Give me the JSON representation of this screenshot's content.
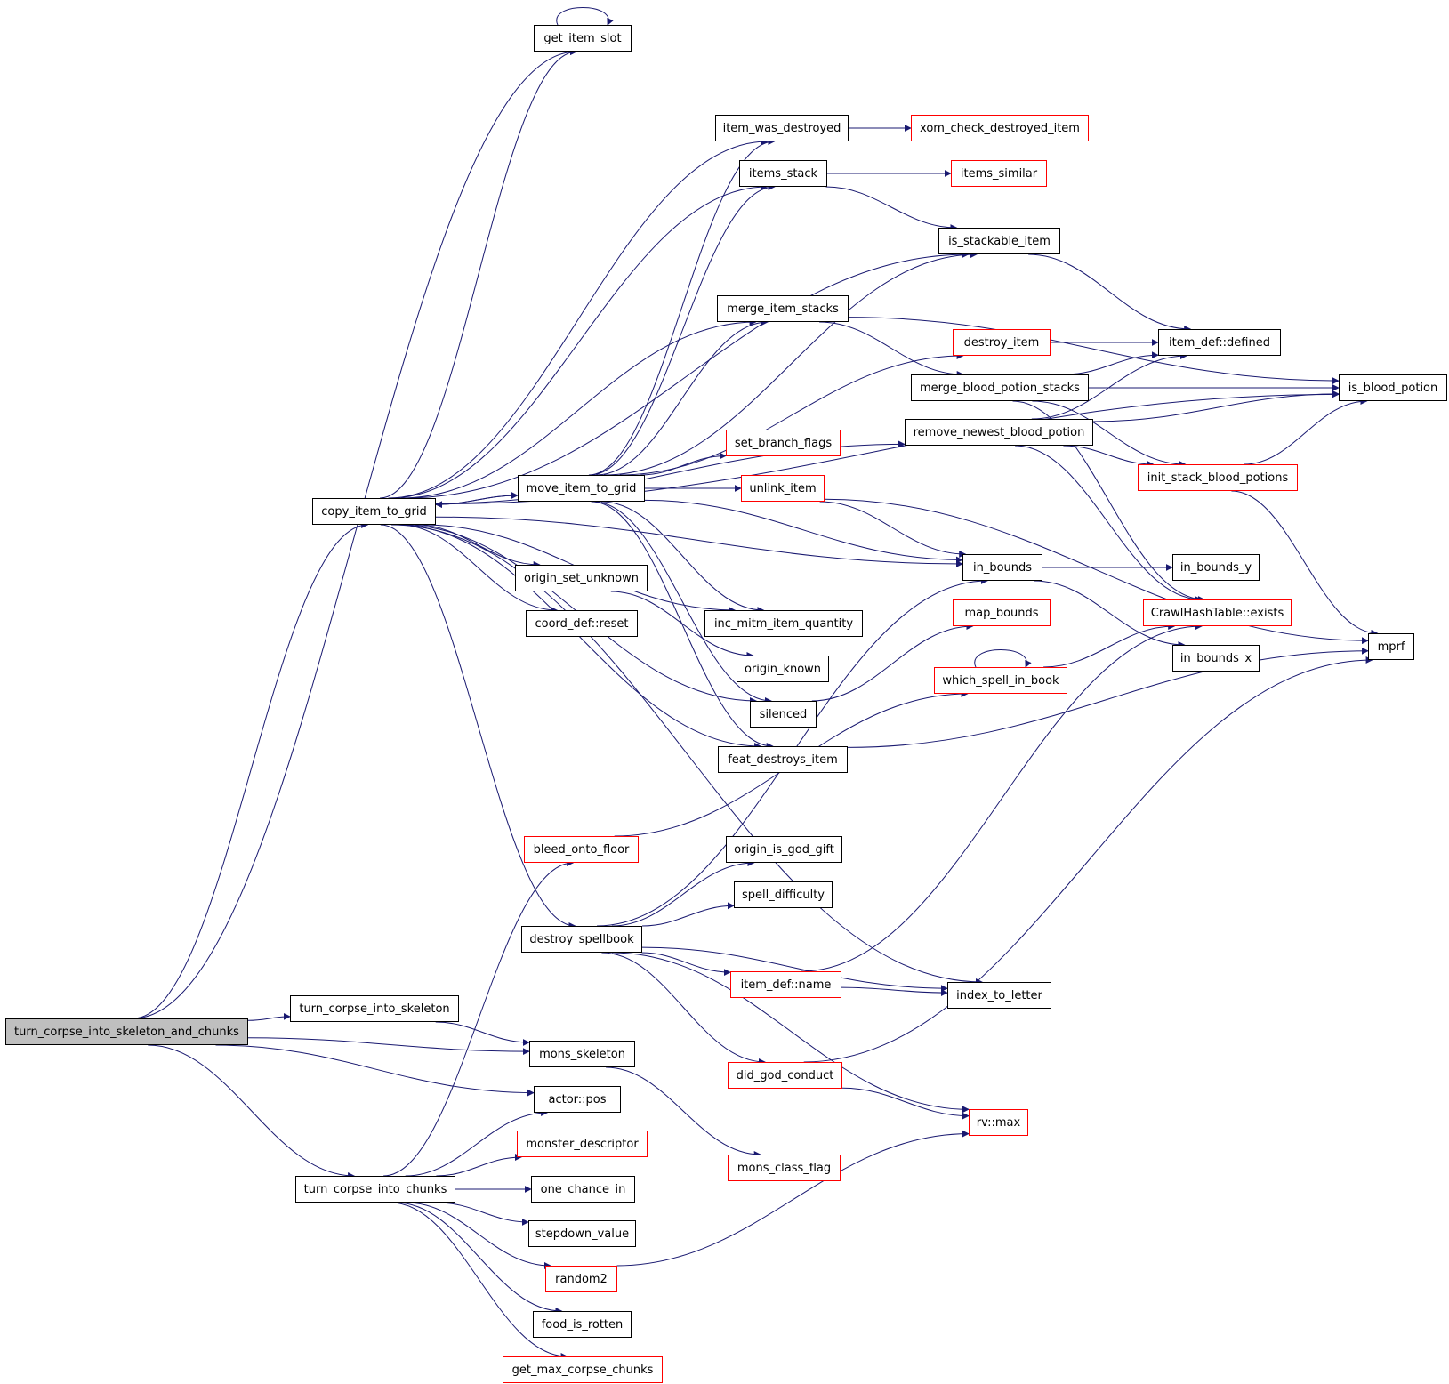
{
  "colors": {
    "edge": "#191970",
    "border": "#000000",
    "incomplete_border": "#ff0000",
    "root_fill": "#bfbfbf",
    "background": "#ffffff"
  },
  "nodes": {
    "turn_corpse_into_skeleton_and_chunks": {
      "label": "turn_corpse_into_skeleton_and_chunks",
      "style": "root"
    },
    "copy_item_to_grid": {
      "label": "copy_item_to_grid",
      "style": "normal"
    },
    "turn_corpse_into_skeleton": {
      "label": "turn_corpse_into_skeleton",
      "style": "normal"
    },
    "mons_skeleton": {
      "label": "mons_skeleton",
      "style": "normal"
    },
    "actor_pos": {
      "label": "actor::pos",
      "style": "normal"
    },
    "turn_corpse_into_chunks": {
      "label": "turn_corpse_into_chunks",
      "style": "normal"
    },
    "get_item_slot": {
      "label": "get_item_slot",
      "style": "normal"
    },
    "item_was_destroyed": {
      "label": "item_was_destroyed",
      "style": "normal"
    },
    "items_stack": {
      "label": "items_stack",
      "style": "normal"
    },
    "is_stackable_item": {
      "label": "is_stackable_item",
      "style": "normal"
    },
    "merge_item_stacks": {
      "label": "merge_item_stacks",
      "style": "normal"
    },
    "is_blood_potion": {
      "label": "is_blood_potion",
      "style": "normal"
    },
    "remove_newest_blood_potion": {
      "label": "remove_newest_blood_potion",
      "style": "normal"
    },
    "move_item_to_grid": {
      "label": "move_item_to_grid",
      "style": "normal"
    },
    "in_bounds": {
      "label": "in_bounds",
      "style": "normal"
    },
    "origin_set_unknown": {
      "label": "origin_set_unknown",
      "style": "normal"
    },
    "coord_def_reset": {
      "label": "coord_def::reset",
      "style": "normal"
    },
    "inc_mitm_item_quantity": {
      "label": "inc_mitm_item_quantity",
      "style": "normal"
    },
    "silenced": {
      "label": "silenced",
      "style": "normal"
    },
    "feat_destroys_item": {
      "label": "feat_destroys_item",
      "style": "normal"
    },
    "destroy_spellbook": {
      "label": "destroy_spellbook",
      "style": "normal"
    },
    "index_to_letter": {
      "label": "index_to_letter",
      "style": "normal"
    },
    "xom_check_destroyed_item": {
      "label": "xom_check_destroyed_item",
      "style": "incomplete"
    },
    "items_similar": {
      "label": "items_similar",
      "style": "incomplete"
    },
    "item_def_defined": {
      "label": "item_def::defined",
      "style": "normal"
    },
    "destroy_item": {
      "label": "destroy_item",
      "style": "incomplete"
    },
    "merge_blood_potion_stacks": {
      "label": "merge_blood_potion_stacks",
      "style": "normal"
    },
    "init_stack_blood_potions": {
      "label": "init_stack_blood_potions",
      "style": "incomplete"
    },
    "crawlhashtable_exists": {
      "label": "CrawlHashTable::exists",
      "style": "incomplete"
    },
    "mprf": {
      "label": "mprf",
      "style": "normal"
    },
    "set_branch_flags": {
      "label": "set_branch_flags",
      "style": "incomplete"
    },
    "unlink_item": {
      "label": "unlink_item",
      "style": "incomplete"
    },
    "in_bounds_y": {
      "label": "in_bounds_y",
      "style": "normal"
    },
    "in_bounds_x": {
      "label": "in_bounds_x",
      "style": "normal"
    },
    "map_bounds": {
      "label": "map_bounds",
      "style": "incomplete"
    },
    "origin_known": {
      "label": "origin_known",
      "style": "normal"
    },
    "which_spell_in_book": {
      "label": "which_spell_in_book",
      "style": "incomplete"
    },
    "bleed_onto_floor": {
      "label": "bleed_onto_floor",
      "style": "incomplete"
    },
    "origin_is_god_gift": {
      "label": "origin_is_god_gift",
      "style": "normal"
    },
    "spell_difficulty": {
      "label": "spell_difficulty",
      "style": "normal"
    },
    "item_def_name": {
      "label": "item_def::name",
      "style": "incomplete"
    },
    "did_god_conduct": {
      "label": "did_god_conduct",
      "style": "incomplete"
    },
    "rv_max": {
      "label": "rv::max",
      "style": "incomplete"
    },
    "mons_class_flag": {
      "label": "mons_class_flag",
      "style": "incomplete"
    },
    "monster_descriptor": {
      "label": "monster_descriptor",
      "style": "incomplete"
    },
    "one_chance_in": {
      "label": "one_chance_in",
      "style": "normal"
    },
    "stepdown_value": {
      "label": "stepdown_value",
      "style": "normal"
    },
    "random2": {
      "label": "random2",
      "style": "incomplete"
    },
    "food_is_rotten": {
      "label": "food_is_rotten",
      "style": "normal"
    },
    "get_max_corpse_chunks": {
      "label": "get_max_corpse_chunks",
      "style": "incomplete"
    }
  },
  "edges": [
    [
      "turn_corpse_into_skeleton_and_chunks",
      "get_item_slot"
    ],
    [
      "turn_corpse_into_skeleton_and_chunks",
      "copy_item_to_grid"
    ],
    [
      "turn_corpse_into_skeleton_and_chunks",
      "turn_corpse_into_skeleton"
    ],
    [
      "turn_corpse_into_skeleton_and_chunks",
      "mons_skeleton"
    ],
    [
      "turn_corpse_into_skeleton_and_chunks",
      "actor_pos"
    ],
    [
      "turn_corpse_into_skeleton_and_chunks",
      "turn_corpse_into_chunks"
    ],
    [
      "get_item_slot",
      "get_item_slot"
    ],
    [
      "copy_item_to_grid",
      "get_item_slot"
    ],
    [
      "copy_item_to_grid",
      "is_blood_potion"
    ],
    [
      "copy_item_to_grid",
      "item_was_destroyed"
    ],
    [
      "copy_item_to_grid",
      "items_stack"
    ],
    [
      "copy_item_to_grid",
      "is_stackable_item"
    ],
    [
      "copy_item_to_grid",
      "merge_item_stacks"
    ],
    [
      "copy_item_to_grid",
      "remove_newest_blood_potion"
    ],
    [
      "copy_item_to_grid",
      "move_item_to_grid"
    ],
    [
      "copy_item_to_grid",
      "in_bounds"
    ],
    [
      "copy_item_to_grid",
      "origin_set_unknown"
    ],
    [
      "copy_item_to_grid",
      "coord_def_reset"
    ],
    [
      "copy_item_to_grid",
      "inc_mitm_item_quantity"
    ],
    [
      "copy_item_to_grid",
      "silenced"
    ],
    [
      "copy_item_to_grid",
      "feat_destroys_item"
    ],
    [
      "copy_item_to_grid",
      "destroy_spellbook"
    ],
    [
      "copy_item_to_grid",
      "index_to_letter"
    ],
    [
      "move_item_to_grid",
      "copy_item_to_grid"
    ],
    [
      "move_item_to_grid",
      "item_was_destroyed"
    ],
    [
      "move_item_to_grid",
      "items_stack"
    ],
    [
      "move_item_to_grid",
      "is_stackable_item"
    ],
    [
      "move_item_to_grid",
      "merge_item_stacks"
    ],
    [
      "move_item_to_grid",
      "destroy_item"
    ],
    [
      "move_item_to_grid",
      "set_branch_flags"
    ],
    [
      "move_item_to_grid",
      "unlink_item"
    ],
    [
      "move_item_to_grid",
      "in_bounds"
    ],
    [
      "move_item_to_grid",
      "inc_mitm_item_quantity"
    ],
    [
      "move_item_to_grid",
      "silenced"
    ],
    [
      "move_item_to_grid",
      "feat_destroys_item"
    ],
    [
      "item_was_destroyed",
      "xom_check_destroyed_item"
    ],
    [
      "items_stack",
      "items_similar"
    ],
    [
      "items_stack",
      "is_stackable_item"
    ],
    [
      "is_stackable_item",
      "item_def_defined"
    ],
    [
      "merge_item_stacks",
      "is_blood_potion"
    ],
    [
      "merge_item_stacks",
      "merge_blood_potion_stacks"
    ],
    [
      "destroy_item",
      "item_def_defined"
    ],
    [
      "merge_blood_potion_stacks",
      "item_def_defined"
    ],
    [
      "merge_blood_potion_stacks",
      "is_blood_potion"
    ],
    [
      "merge_blood_potion_stacks",
      "init_stack_blood_potions"
    ],
    [
      "merge_blood_potion_stacks",
      "crawlhashtable_exists"
    ],
    [
      "remove_newest_blood_potion",
      "item_def_defined"
    ],
    [
      "remove_newest_blood_potion",
      "is_blood_potion"
    ],
    [
      "remove_newest_blood_potion",
      "init_stack_blood_potions"
    ],
    [
      "remove_newest_blood_potion",
      "crawlhashtable_exists"
    ],
    [
      "init_stack_blood_potions",
      "is_blood_potion"
    ],
    [
      "init_stack_blood_potions",
      "mprf"
    ],
    [
      "unlink_item",
      "in_bounds"
    ],
    [
      "unlink_item",
      "mprf"
    ],
    [
      "in_bounds",
      "in_bounds_y"
    ],
    [
      "in_bounds",
      "in_bounds_x"
    ],
    [
      "origin_set_unknown",
      "origin_known"
    ],
    [
      "silenced",
      "map_bounds"
    ],
    [
      "feat_destroys_item",
      "mprf"
    ],
    [
      "which_spell_in_book",
      "which_spell_in_book"
    ],
    [
      "which_spell_in_book",
      "crawlhashtable_exists"
    ],
    [
      "bleed_onto_floor",
      "which_spell_in_book"
    ],
    [
      "destroy_spellbook",
      "origin_is_god_gift"
    ],
    [
      "destroy_spellbook",
      "spell_difficulty"
    ],
    [
      "destroy_spellbook",
      "in_bounds"
    ],
    [
      "destroy_spellbook",
      "item_def_name"
    ],
    [
      "destroy_spellbook",
      "index_to_letter"
    ],
    [
      "destroy_spellbook",
      "did_god_conduct"
    ],
    [
      "destroy_spellbook",
      "rv_max"
    ],
    [
      "item_def_name",
      "crawlhashtable_exists"
    ],
    [
      "item_def_name",
      "index_to_letter"
    ],
    [
      "did_god_conduct",
      "mprf"
    ],
    [
      "did_god_conduct",
      "rv_max"
    ],
    [
      "turn_corpse_into_skeleton",
      "mons_skeleton"
    ],
    [
      "mons_skeleton",
      "mons_class_flag"
    ],
    [
      "turn_corpse_into_chunks",
      "bleed_onto_floor"
    ],
    [
      "turn_corpse_into_chunks",
      "actor_pos"
    ],
    [
      "turn_corpse_into_chunks",
      "monster_descriptor"
    ],
    [
      "turn_corpse_into_chunks",
      "one_chance_in"
    ],
    [
      "turn_corpse_into_chunks",
      "stepdown_value"
    ],
    [
      "turn_corpse_into_chunks",
      "random2"
    ],
    [
      "turn_corpse_into_chunks",
      "food_is_rotten"
    ],
    [
      "turn_corpse_into_chunks",
      "get_max_corpse_chunks"
    ],
    [
      "random2",
      "rv_max"
    ]
  ]
}
